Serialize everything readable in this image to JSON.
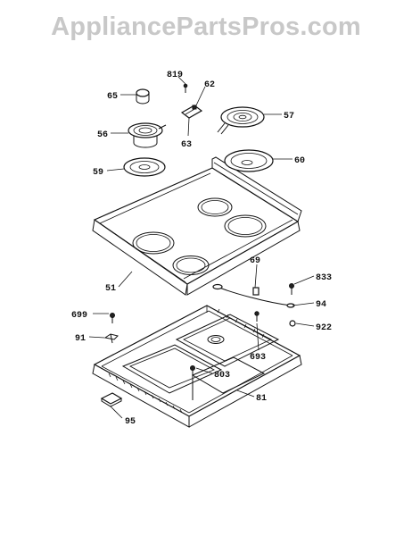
{
  "watermark": "AppliancePartsPros.com",
  "callouts": [
    {
      "id": "c819",
      "text": "819"
    },
    {
      "id": "c65",
      "text": "65"
    },
    {
      "id": "c62",
      "text": "62"
    },
    {
      "id": "c56",
      "text": "56"
    },
    {
      "id": "c63",
      "text": "63"
    },
    {
      "id": "c57",
      "text": "57"
    },
    {
      "id": "c59",
      "text": "59"
    },
    {
      "id": "c60",
      "text": "60"
    },
    {
      "id": "c69",
      "text": "69"
    },
    {
      "id": "c833",
      "text": "833"
    },
    {
      "id": "c51",
      "text": "51"
    },
    {
      "id": "c94",
      "text": "94"
    },
    {
      "id": "c699",
      "text": "699"
    },
    {
      "id": "c922",
      "text": "922"
    },
    {
      "id": "c91",
      "text": "91"
    },
    {
      "id": "c693",
      "text": "693"
    },
    {
      "id": "c803",
      "text": "803"
    },
    {
      "id": "c81",
      "text": "81"
    },
    {
      "id": "c95",
      "text": "95"
    }
  ]
}
